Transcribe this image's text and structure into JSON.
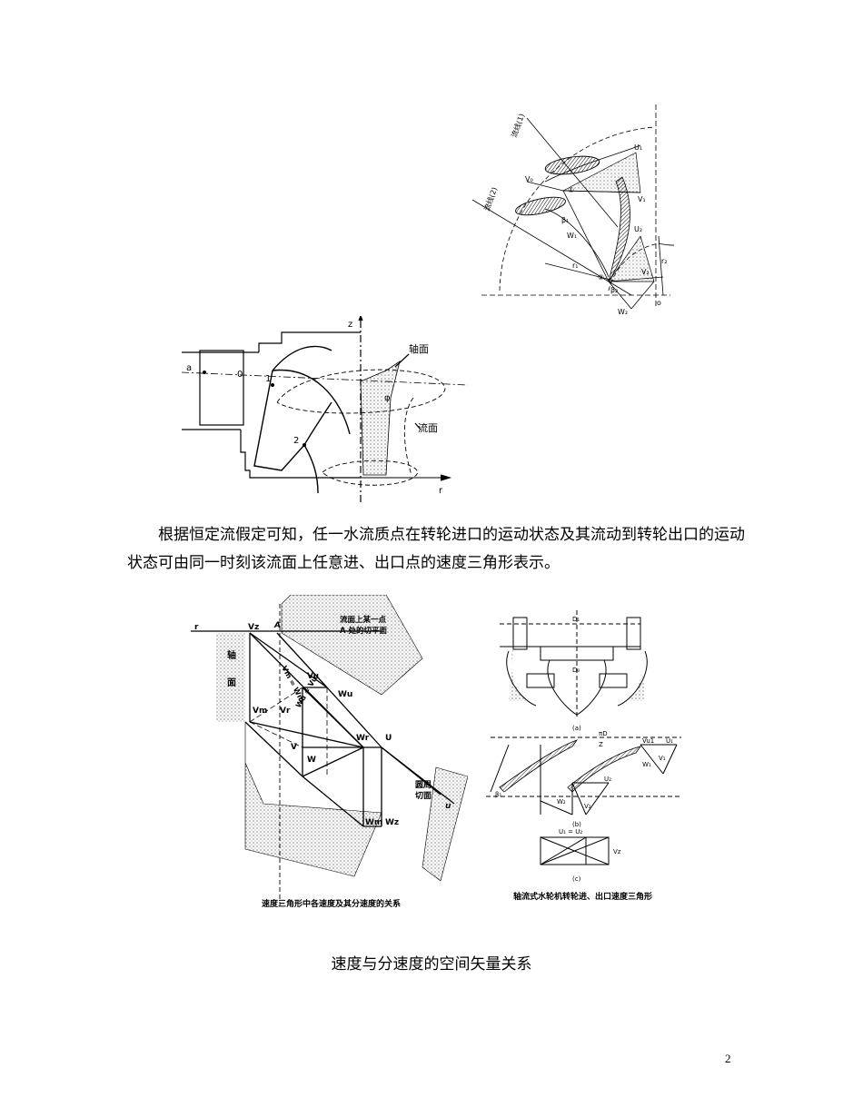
{
  "figure1": {
    "labels": {
      "streamline1": "流线(1)",
      "streamline2": "流线(2)",
      "v0": "V₀",
      "u1": "U₁",
      "v1": "V₁",
      "w1": "W₁",
      "u2": "U₂",
      "w2": "W₂",
      "v2": "V₂",
      "beta1": "β₁",
      "beta2": "β₂",
      "r1": "r₁",
      "r2": "r₂",
      "point1": "①",
      "point2": "②",
      "o": "o"
    }
  },
  "figure2": {
    "labels": {
      "z": "z",
      "r": "r",
      "a": "a",
      "zero": "0",
      "one": "1",
      "two": "2",
      "phi": "φ",
      "axial_plane": "轴面",
      "flow_surface": "流面"
    }
  },
  "paragraph": "根据恒定流假定可知，任一水流质点在转轮进口的运动状态及其流动到转轮出口的运动状态可由同一时刻该流面上任意进、出口点的速度三角形表示。",
  "figure3": {
    "labels": {
      "r": "r",
      "vz": "Vz",
      "A": "A",
      "axial_top": "轴",
      "axial_bottom": "面",
      "tangent_note_1": "流面上某一点",
      "tangent_note_2": "A 处的切平面",
      "vm": "Vm",
      "vr": "Vr",
      "vu": "Vu",
      "wu": "Wu",
      "v": "V",
      "w": "W",
      "U": "U",
      "wr": "Wr",
      "wm": "Wm",
      "wz": "Wz",
      "circ1": "圆周",
      "circ2": "切面",
      "u_axis": "u",
      "diag1": "Vm = Wm",
      "diag2": "Wu = Vu"
    },
    "caption": "速度三角形中各速度及其分速度的关系"
  },
  "figure4": {
    "labels": {
      "d1": "D₁",
      "d0": "D₀",
      "a": "(a)",
      "b": "(b)",
      "c": "(c)",
      "pidn": "πD",
      "z": "Z",
      "vu1": "Vu1",
      "u1": "U₁",
      "v1": "V₁",
      "w1": "W₁",
      "u2": "U₂",
      "w2": "W₂",
      "v2": "V₂",
      "beta1": "β₁",
      "u1u2": "U₁ = U₂",
      "vz": "Vz"
    },
    "caption": "轴流式水轮机转轮进、出口速度三角形"
  },
  "main_caption": "速度与分速度的空间矢量关系",
  "page_number": "2"
}
